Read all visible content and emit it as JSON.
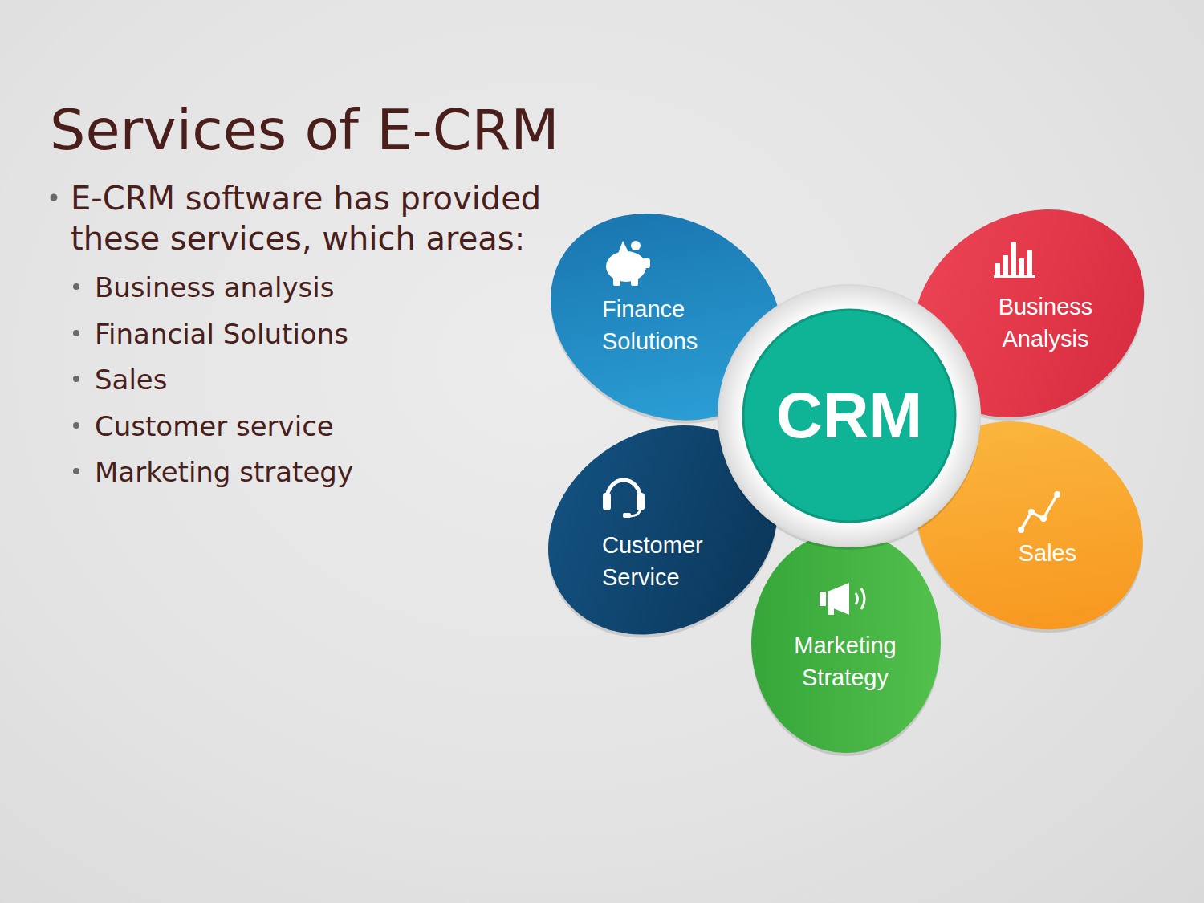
{
  "diagram": {
    "title": "Services of E-CRM",
    "nodes": [
      {
        "text": [
          "Finance Solutions"
        ]
      },
      {
        "text": [
          "CRM"
        ]
      },
      {
        "text": [
          "Business Analysis"
        ]
      },
      {
        "text": [
          "Customer Service"
        ]
      },
      {
        "text": [
          "Sales"
        ]
      },
      {
        "text": [
          "Marketing Strategy"
        ]
      }
    ],
    "labels": [
      "E-CRM software has provided these services, which areas:",
      "Business analysis",
      "Financial Solutions",
      "Sales",
      "Customer service",
      "Marketing strategy"
    ]
  }
}
